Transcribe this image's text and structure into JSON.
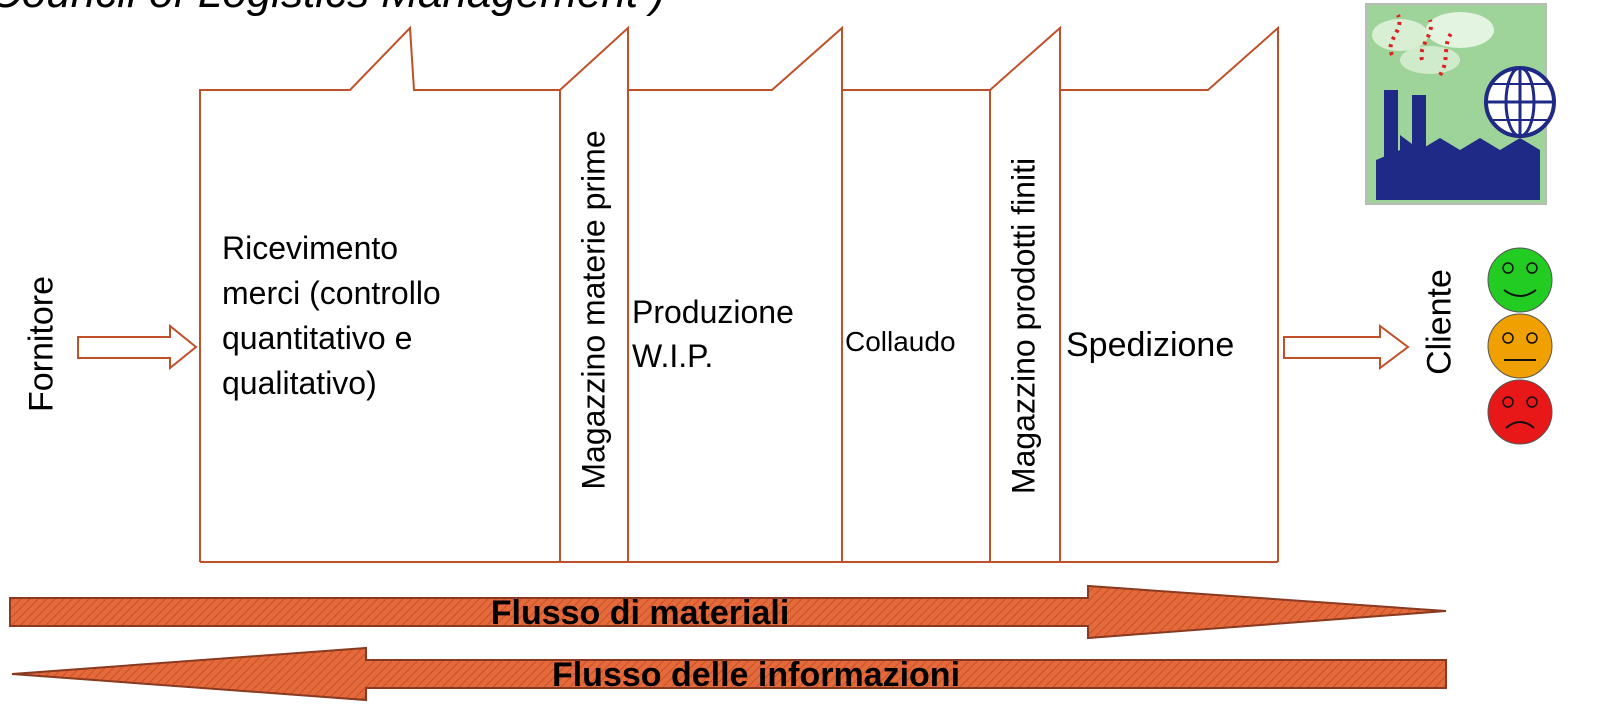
{
  "header": {
    "title": "Council of Logistics Management )"
  },
  "supplier_label": "Fornitore",
  "customer_label": "Cliente",
  "steps": {
    "receiving": [
      "Ricevimento",
      "merci (controllo",
      "quantitativo e",
      "qualitativo)"
    ],
    "raw_materials_warehouse": "Magazzino materie prime",
    "production": [
      "Produzione",
      "W.I.P."
    ],
    "testing": "Collaudo",
    "finished_goods_warehouse": "Magazzino prodotti finiti",
    "shipping": "Spedizione"
  },
  "flows": {
    "materials": "Flusso di materiali",
    "information": "Flusso delle informazioni"
  },
  "colors": {
    "outline": "#c0502a",
    "arrow_fill": "#e0683a",
    "arrow_stroke": "#8a3a20",
    "factory_bg": "#9ed39a",
    "factory_building": "#1f2a86",
    "smiley_happy": "#22cc22",
    "smiley_neutral": "#f0a000",
    "smiley_sad": "#e81818"
  },
  "icons": [
    "factory-globe-icon",
    "happy-face-icon",
    "neutral-face-icon",
    "sad-face-icon"
  ]
}
